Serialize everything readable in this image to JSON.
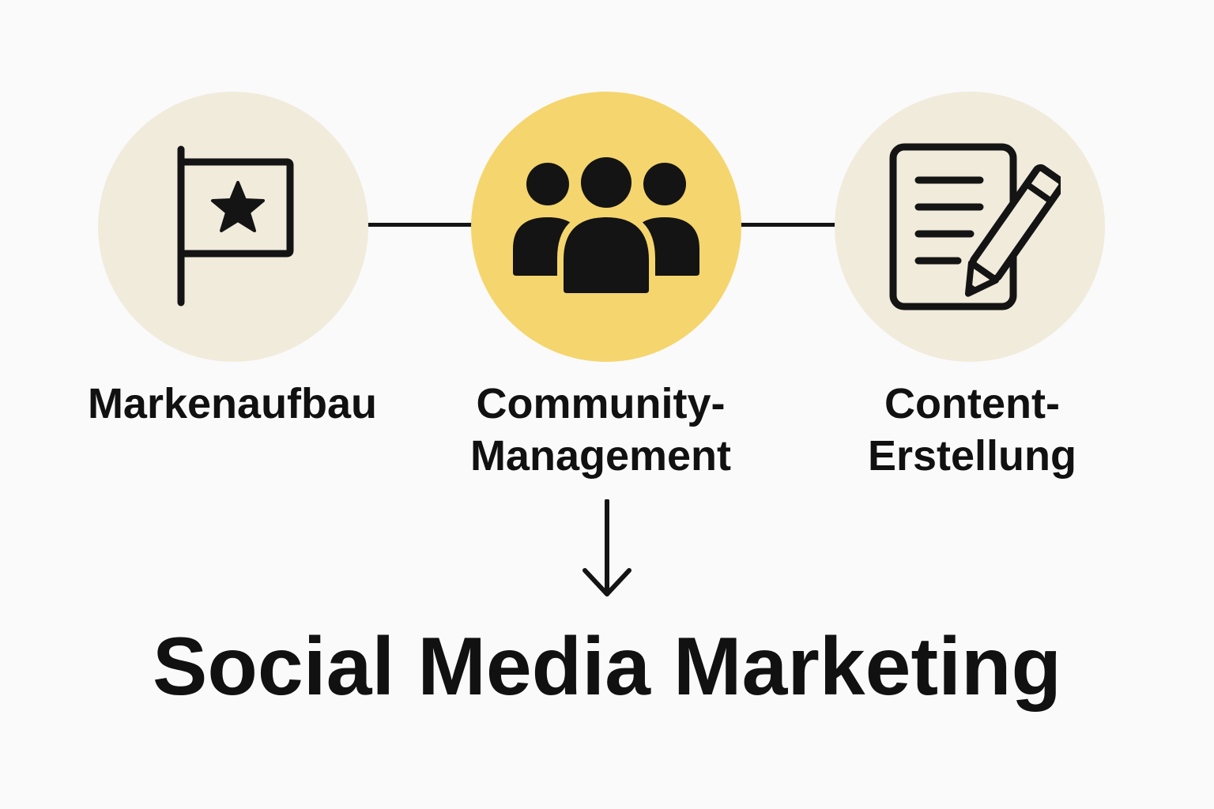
{
  "colors": {
    "background": "#fafafa",
    "node_muted": "#f1ebdc",
    "node_highlight": "#f5d56d",
    "ink": "#111111"
  },
  "nodes": [
    {
      "icon": "flag-with-star-icon",
      "label_lines": [
        "Markenaufbau"
      ],
      "highlighted": false
    },
    {
      "icon": "people-group-icon",
      "label_lines": [
        "Community-",
        "Management"
      ],
      "highlighted": true
    },
    {
      "icon": "document-with-pencil-icon",
      "label_lines": [
        "Content-",
        "Erstellung"
      ],
      "highlighted": false
    }
  ],
  "title": "Social Media Marketing"
}
